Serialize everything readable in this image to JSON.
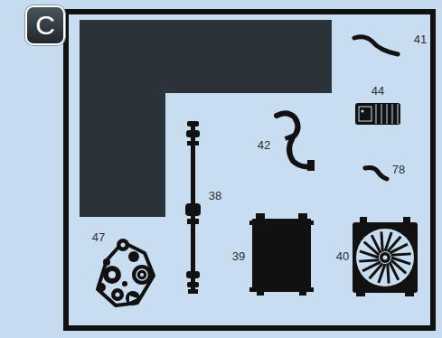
{
  "diagram": {
    "nodes": [
      {
        "text": [
          "C"
        ]
      }
    ],
    "labels": [
      "41",
      "44",
      "42",
      "78",
      "38",
      "39",
      "40",
      "47"
    ]
  }
}
